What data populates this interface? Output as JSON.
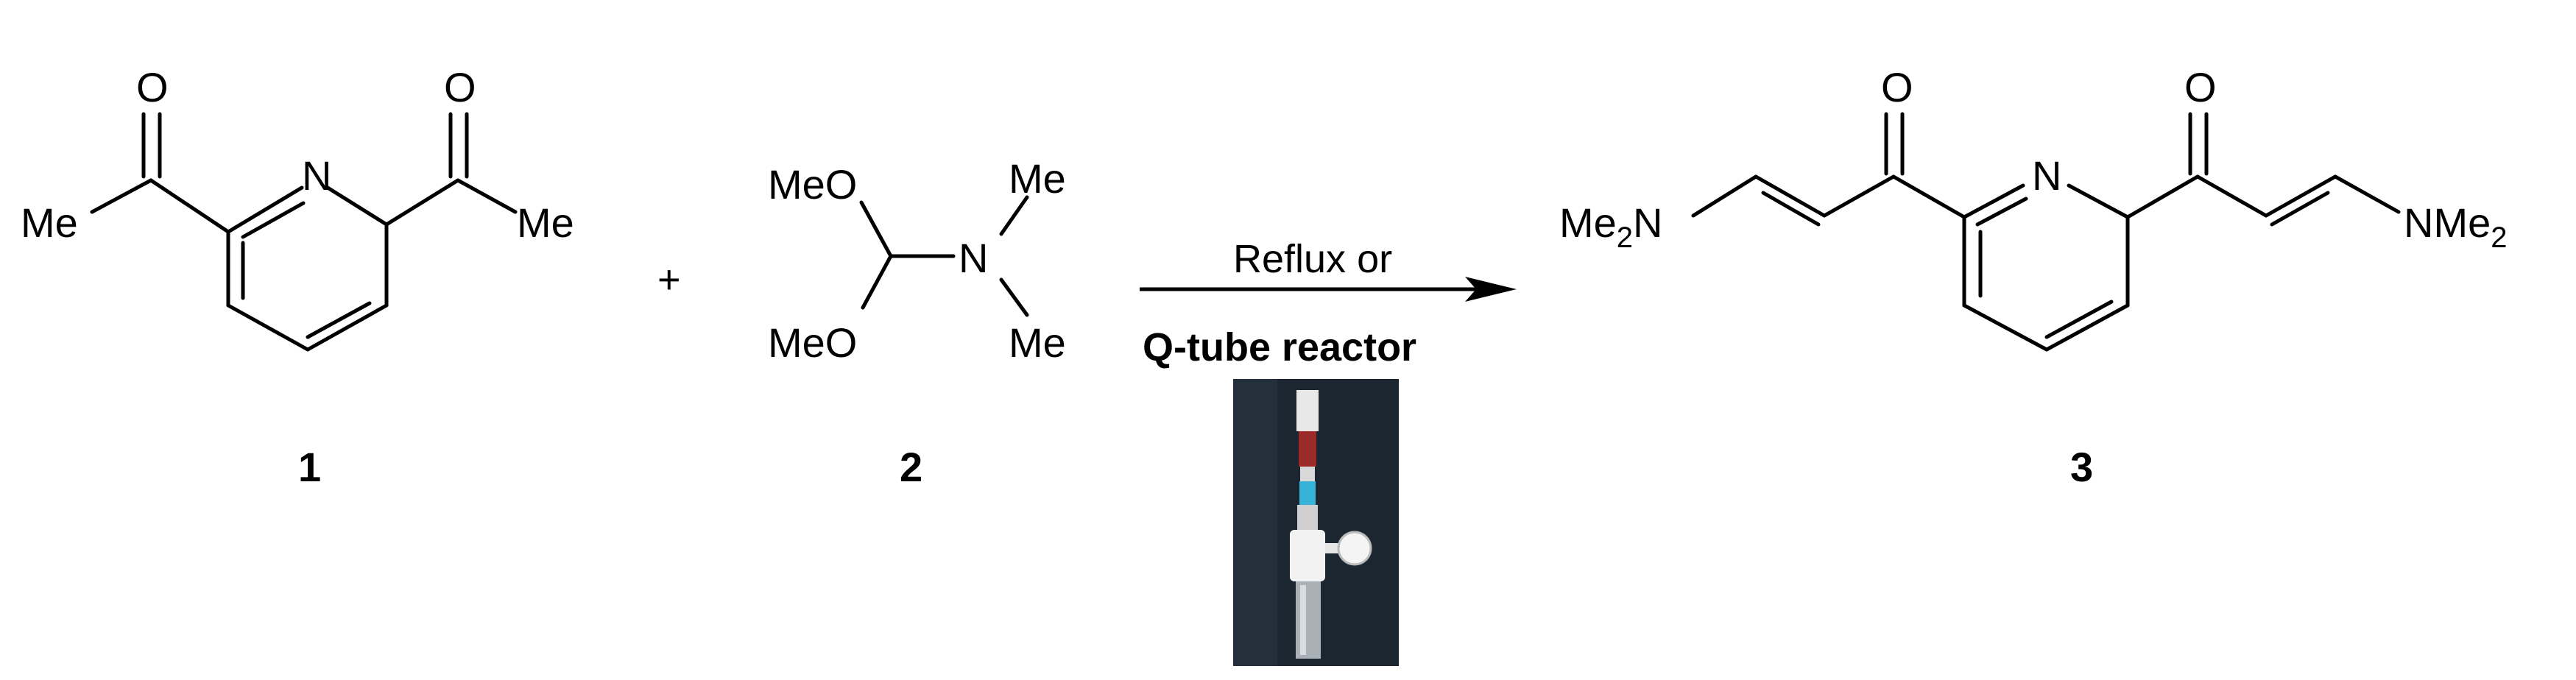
{
  "compound_1": {
    "label": "1",
    "atoms": {
      "oxygen_left": "O",
      "oxygen_right": "O",
      "nitrogen": "N",
      "methyl_left": "Me",
      "methyl_right": "Me"
    }
  },
  "plus_sign": "+",
  "compound_2": {
    "label": "2",
    "groups": {
      "methoxy_top": "MeO",
      "methoxy_bottom": "MeO",
      "nitrogen": "N",
      "methyl_top": "Me",
      "methyl_bottom": "Me"
    }
  },
  "reaction": {
    "condition_line1": "Reflux or",
    "condition_line2": "Q-tube reactor"
  },
  "compound_3": {
    "label": "3",
    "atoms": {
      "oxygen_left": "O",
      "oxygen_right": "O",
      "nitrogen": "N",
      "amine_left_prefix": "Me",
      "amine_left_sub": "2",
      "amine_left_atom": "N",
      "amine_right_atom": "NMe",
      "amine_right_sub": "2"
    }
  }
}
